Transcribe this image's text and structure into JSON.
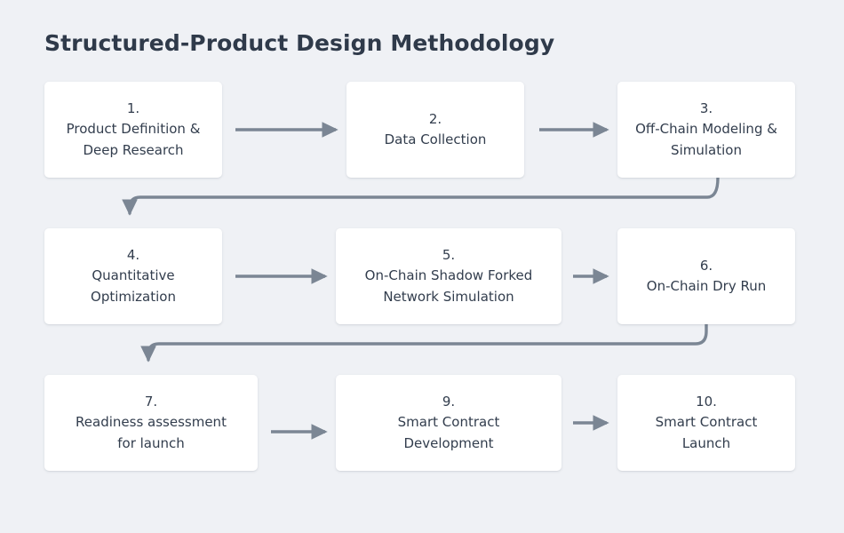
{
  "page": {
    "title": "Structured-Product Design Methodology",
    "background_color": "#eff1f5",
    "text_color": "#323d4d",
    "node_fill": "#ffffff",
    "connector_color": "#7b8694"
  },
  "diagram": {
    "type": "flowchart",
    "layout": "three-row-serpentine",
    "nodes": [
      {
        "id": "1",
        "number": "1.",
        "label": "Product Definition &\nDeep Research",
        "row": 1,
        "col": 1
      },
      {
        "id": "2",
        "number": "2.",
        "label": "Data Collection",
        "row": 1,
        "col": 2
      },
      {
        "id": "3",
        "number": "3.",
        "label": "Off-Chain Modeling &\nSimulation",
        "row": 1,
        "col": 3
      },
      {
        "id": "4",
        "number": "4.",
        "label": "Quantitative\nOptimization",
        "row": 2,
        "col": 1
      },
      {
        "id": "5",
        "number": "5.",
        "label": "On-Chain Shadow Forked\nNetwork Simulation",
        "row": 2,
        "col": 2
      },
      {
        "id": "6",
        "number": "6.",
        "label": "On-Chain Dry Run",
        "row": 2,
        "col": 3
      },
      {
        "id": "7",
        "number": "7.",
        "label": "Readiness assessment\nfor launch",
        "row": 3,
        "col": 1
      },
      {
        "id": "9",
        "number": "9.",
        "label": "Smart Contract\nDevelopment",
        "row": 3,
        "col": 2
      },
      {
        "id": "10",
        "number": "10.",
        "label": "Smart Contract\nLaunch",
        "row": 3,
        "col": 3
      }
    ],
    "edges": [
      {
        "from": "1",
        "to": "2",
        "style": "straight-right"
      },
      {
        "from": "2",
        "to": "3",
        "style": "straight-right"
      },
      {
        "from": "3",
        "to": "4",
        "style": "elbow-wrap-left"
      },
      {
        "from": "4",
        "to": "5",
        "style": "straight-right"
      },
      {
        "from": "5",
        "to": "6",
        "style": "straight-right"
      },
      {
        "from": "6",
        "to": "7",
        "style": "elbow-wrap-left"
      },
      {
        "from": "7",
        "to": "9",
        "style": "straight-right"
      },
      {
        "from": "9",
        "to": "10",
        "style": "straight-right"
      }
    ]
  }
}
